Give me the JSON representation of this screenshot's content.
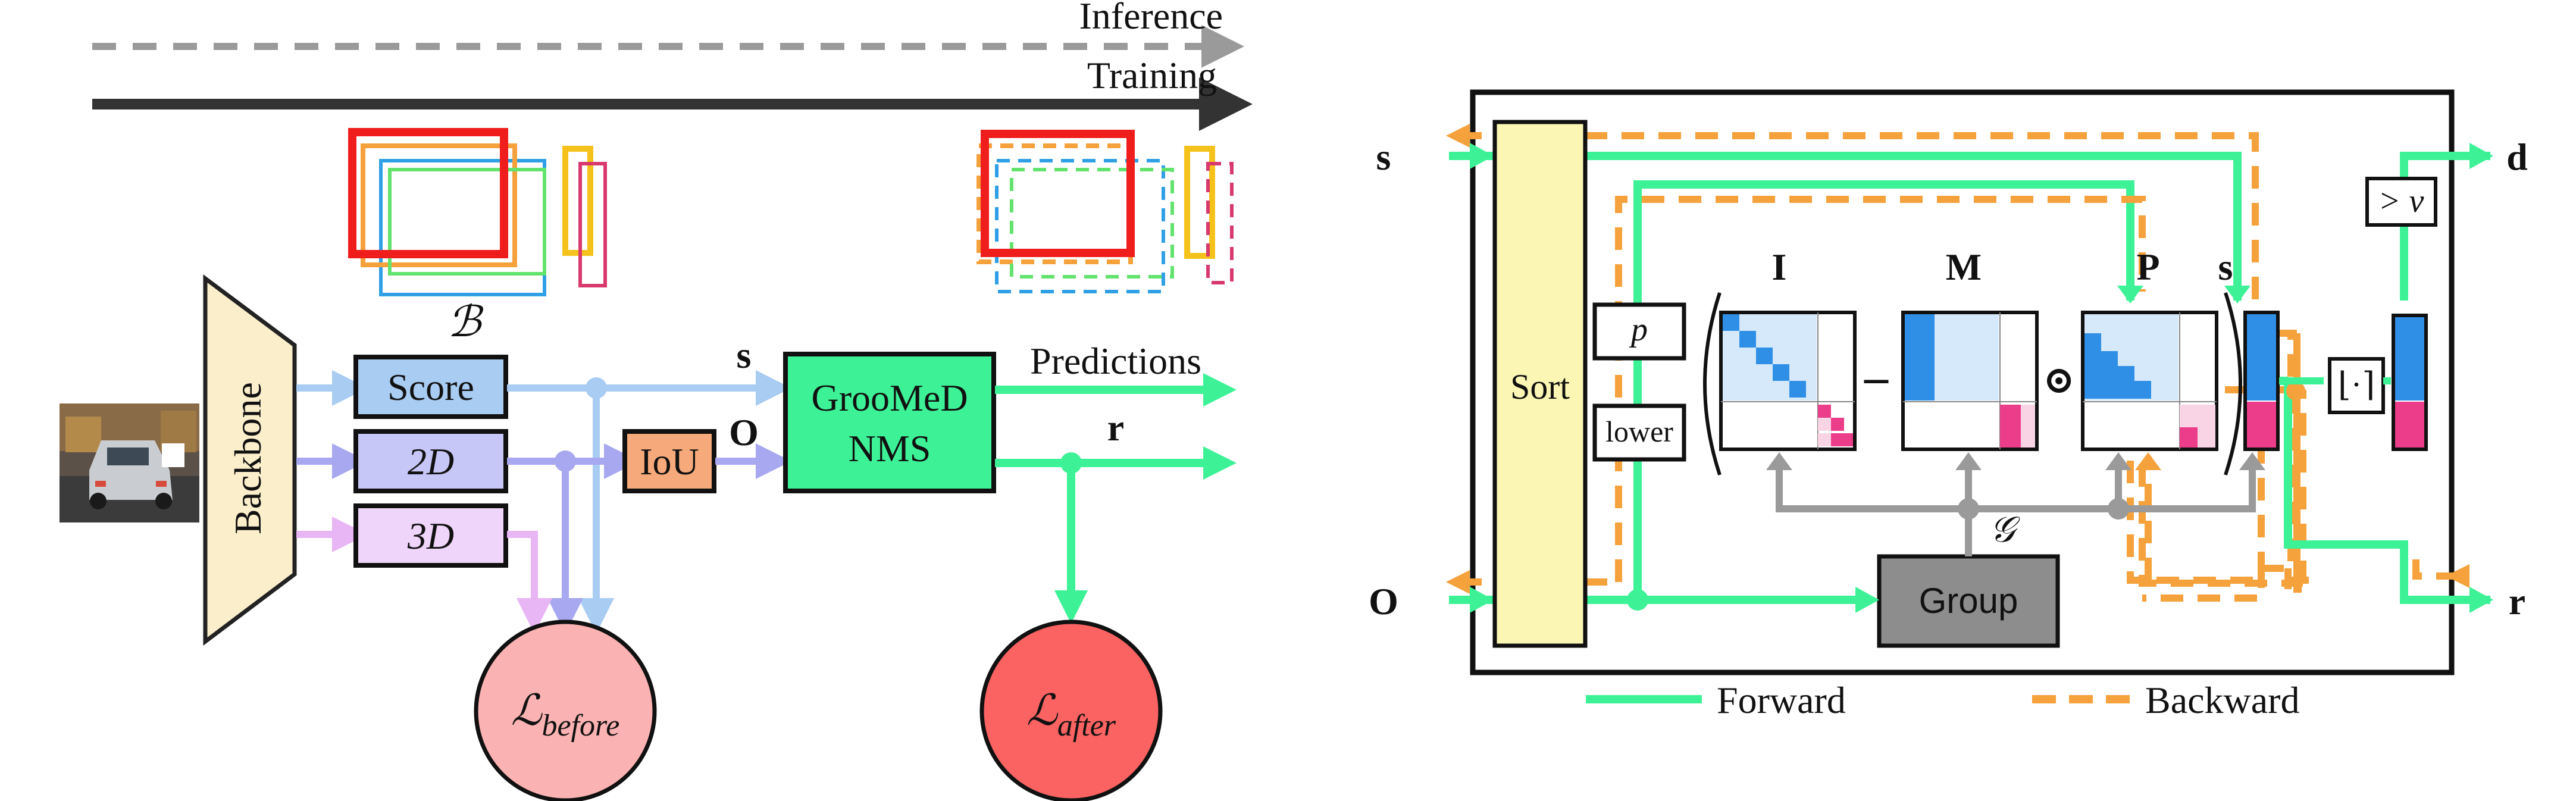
{
  "left": {
    "inference_label": "Inference",
    "training_label": "Training",
    "box_set_label": "ℬ",
    "backbone_label": "Backbone",
    "heads": [
      {
        "name": "score",
        "label": "Score",
        "color": "#a9ccf2"
      },
      {
        "name": "2d",
        "label": "2D",
        "color": "#c7c7f7"
      },
      {
        "name": "3d",
        "label": "3D",
        "color": "#f0d5fa"
      }
    ],
    "iou_label": "IoU",
    "s_label": "s",
    "o_label": "O",
    "nms_line1": "GrooMeD",
    "nms_line2": "NMS",
    "predictions_label": "Predictions",
    "r_label": "r",
    "loss_before_main": "ℒ",
    "loss_before_sub": "before",
    "loss_after_main": "ℒ",
    "loss_after_sub": "after"
  },
  "right": {
    "s_in": "s",
    "o_in": "O",
    "d_out": "d",
    "r_out": "r",
    "sort_label": "Sort",
    "p_label": "p",
    "lower_label": "lower",
    "matrix_I": "I",
    "matrix_M": "M",
    "matrix_P": "P",
    "minus_op": "–",
    "odot_op": "⊙",
    "s_vec_label": "s",
    "group_symbol": "𝒢",
    "group_label": "Group",
    "threshold_label": "> v",
    "floor_label": "⌊·⌉",
    "legend_forward": "Forward",
    "legend_backward": "Backward"
  },
  "colors": {
    "green": "#3df296",
    "orange": "#f5a13c",
    "blue": "#2f8fe6",
    "lightblue": "#d6e9fb",
    "pink": "#ec3d8a",
    "lightpink": "#f9d4e4",
    "sortyellow": "#fbf6b3",
    "groupgray": "#8d8d8d",
    "lossbefore": "#fbb2b2",
    "lossafter": "#fb6262",
    "iou": "#f6a97a",
    "nms": "#3df296"
  }
}
